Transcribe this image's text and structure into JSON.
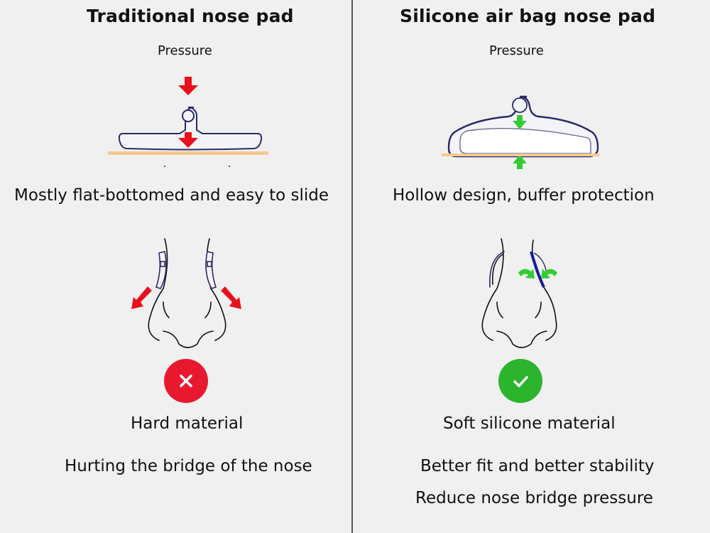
{
  "left": {
    "title": "Traditional nose pad",
    "pressure_label": "Pressure",
    "feature": "Mostly flat-bottomed and easy to slide",
    "verdict_icon": "x-mark-icon",
    "material": "Hard material",
    "effects": [
      "Hurting the bridge of the nose"
    ],
    "accent_color": "#e8192f"
  },
  "right": {
    "title": "Silicone air bag nose pad",
    "pressure_label": "Pressure",
    "feature": "Hollow design, buffer protection",
    "verdict_icon": "check-mark-icon",
    "material": "Soft silicone material",
    "effects": [
      "Better fit and better stability",
      "Reduce nose bridge pressure"
    ],
    "accent_color": "#2db42d"
  },
  "colors": {
    "background": "#f0f0f0",
    "pad_outline": "#2a2a6a",
    "surface": "#f5c990",
    "arrow_red": "#e8101a",
    "arrow_green": "#33cc33",
    "divider": "#555555"
  }
}
